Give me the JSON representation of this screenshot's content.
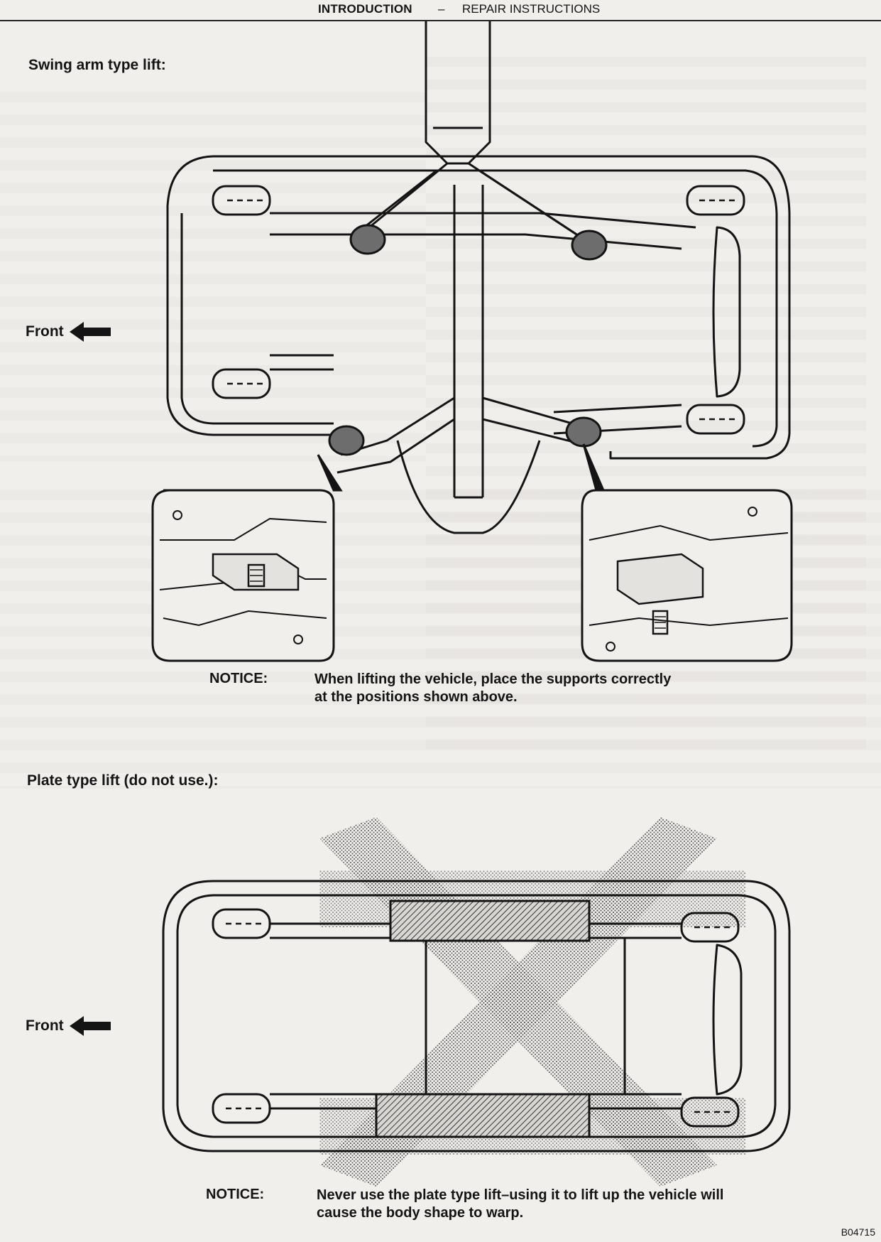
{
  "header": {
    "title": "INTRODUCTION",
    "separator": "–",
    "section": "REPAIR INSTRUCTIONS"
  },
  "swing_arm": {
    "heading": "Swing arm type lift:",
    "front_label": "Front",
    "notice_label": "NOTICE:",
    "notice_line1": "When lifting the vehicle, place the supports correctly",
    "notice_line2": "at the positions shown above."
  },
  "plate": {
    "heading": "Plate type lift (do not use.):",
    "front_label": "Front",
    "notice_label": "NOTICE:",
    "notice_line1": "Never use the plate type lift–using it to lift up the vehicle will",
    "notice_line2": "cause the body shape to warp."
  },
  "figure_code": "B04715",
  "colors": {
    "ink": "#141414",
    "paper": "#f1efec",
    "support_fill": "#6d6d6d"
  },
  "icons": [
    "arrow-left-icon"
  ]
}
